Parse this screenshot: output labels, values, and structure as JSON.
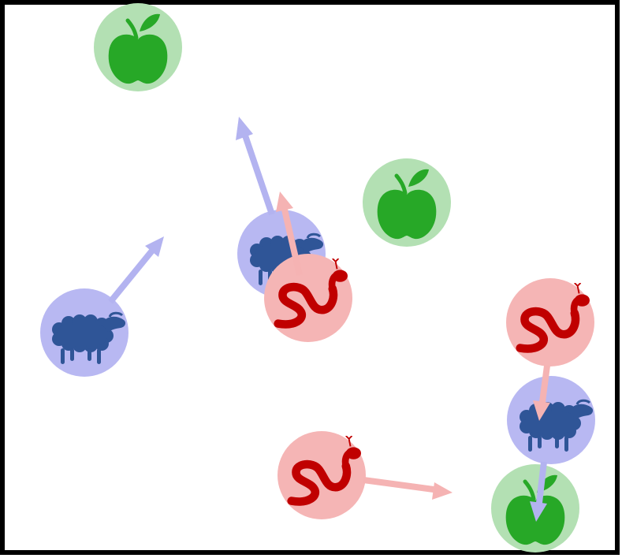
{
  "game": {
    "colors": {
      "border": "#000000",
      "background": "#ffffff",
      "apple_halo": "#b3e0b3",
      "apple_body": "#27a827",
      "sheep_halo": "#b8b8f2",
      "sheep_body": "#2f5597",
      "snake_halo": "#f5b5b5",
      "snake_body": "#c00000",
      "sheep_arrow": "#b3b3f0",
      "snake_arrow": "#f5b3b3"
    },
    "entities": [
      {
        "kind": "apple",
        "icon": "apple-icon"
      },
      {
        "kind": "apple",
        "icon": "apple-icon"
      },
      {
        "kind": "apple",
        "icon": "apple-icon"
      },
      {
        "kind": "sheep",
        "icon": "sheep-icon"
      },
      {
        "kind": "sheep",
        "icon": "sheep-icon"
      },
      {
        "kind": "sheep",
        "icon": "sheep-icon"
      },
      {
        "kind": "snake",
        "icon": "snake-icon"
      },
      {
        "kind": "snake",
        "icon": "snake-icon"
      },
      {
        "kind": "snake",
        "icon": "snake-icon"
      }
    ]
  }
}
